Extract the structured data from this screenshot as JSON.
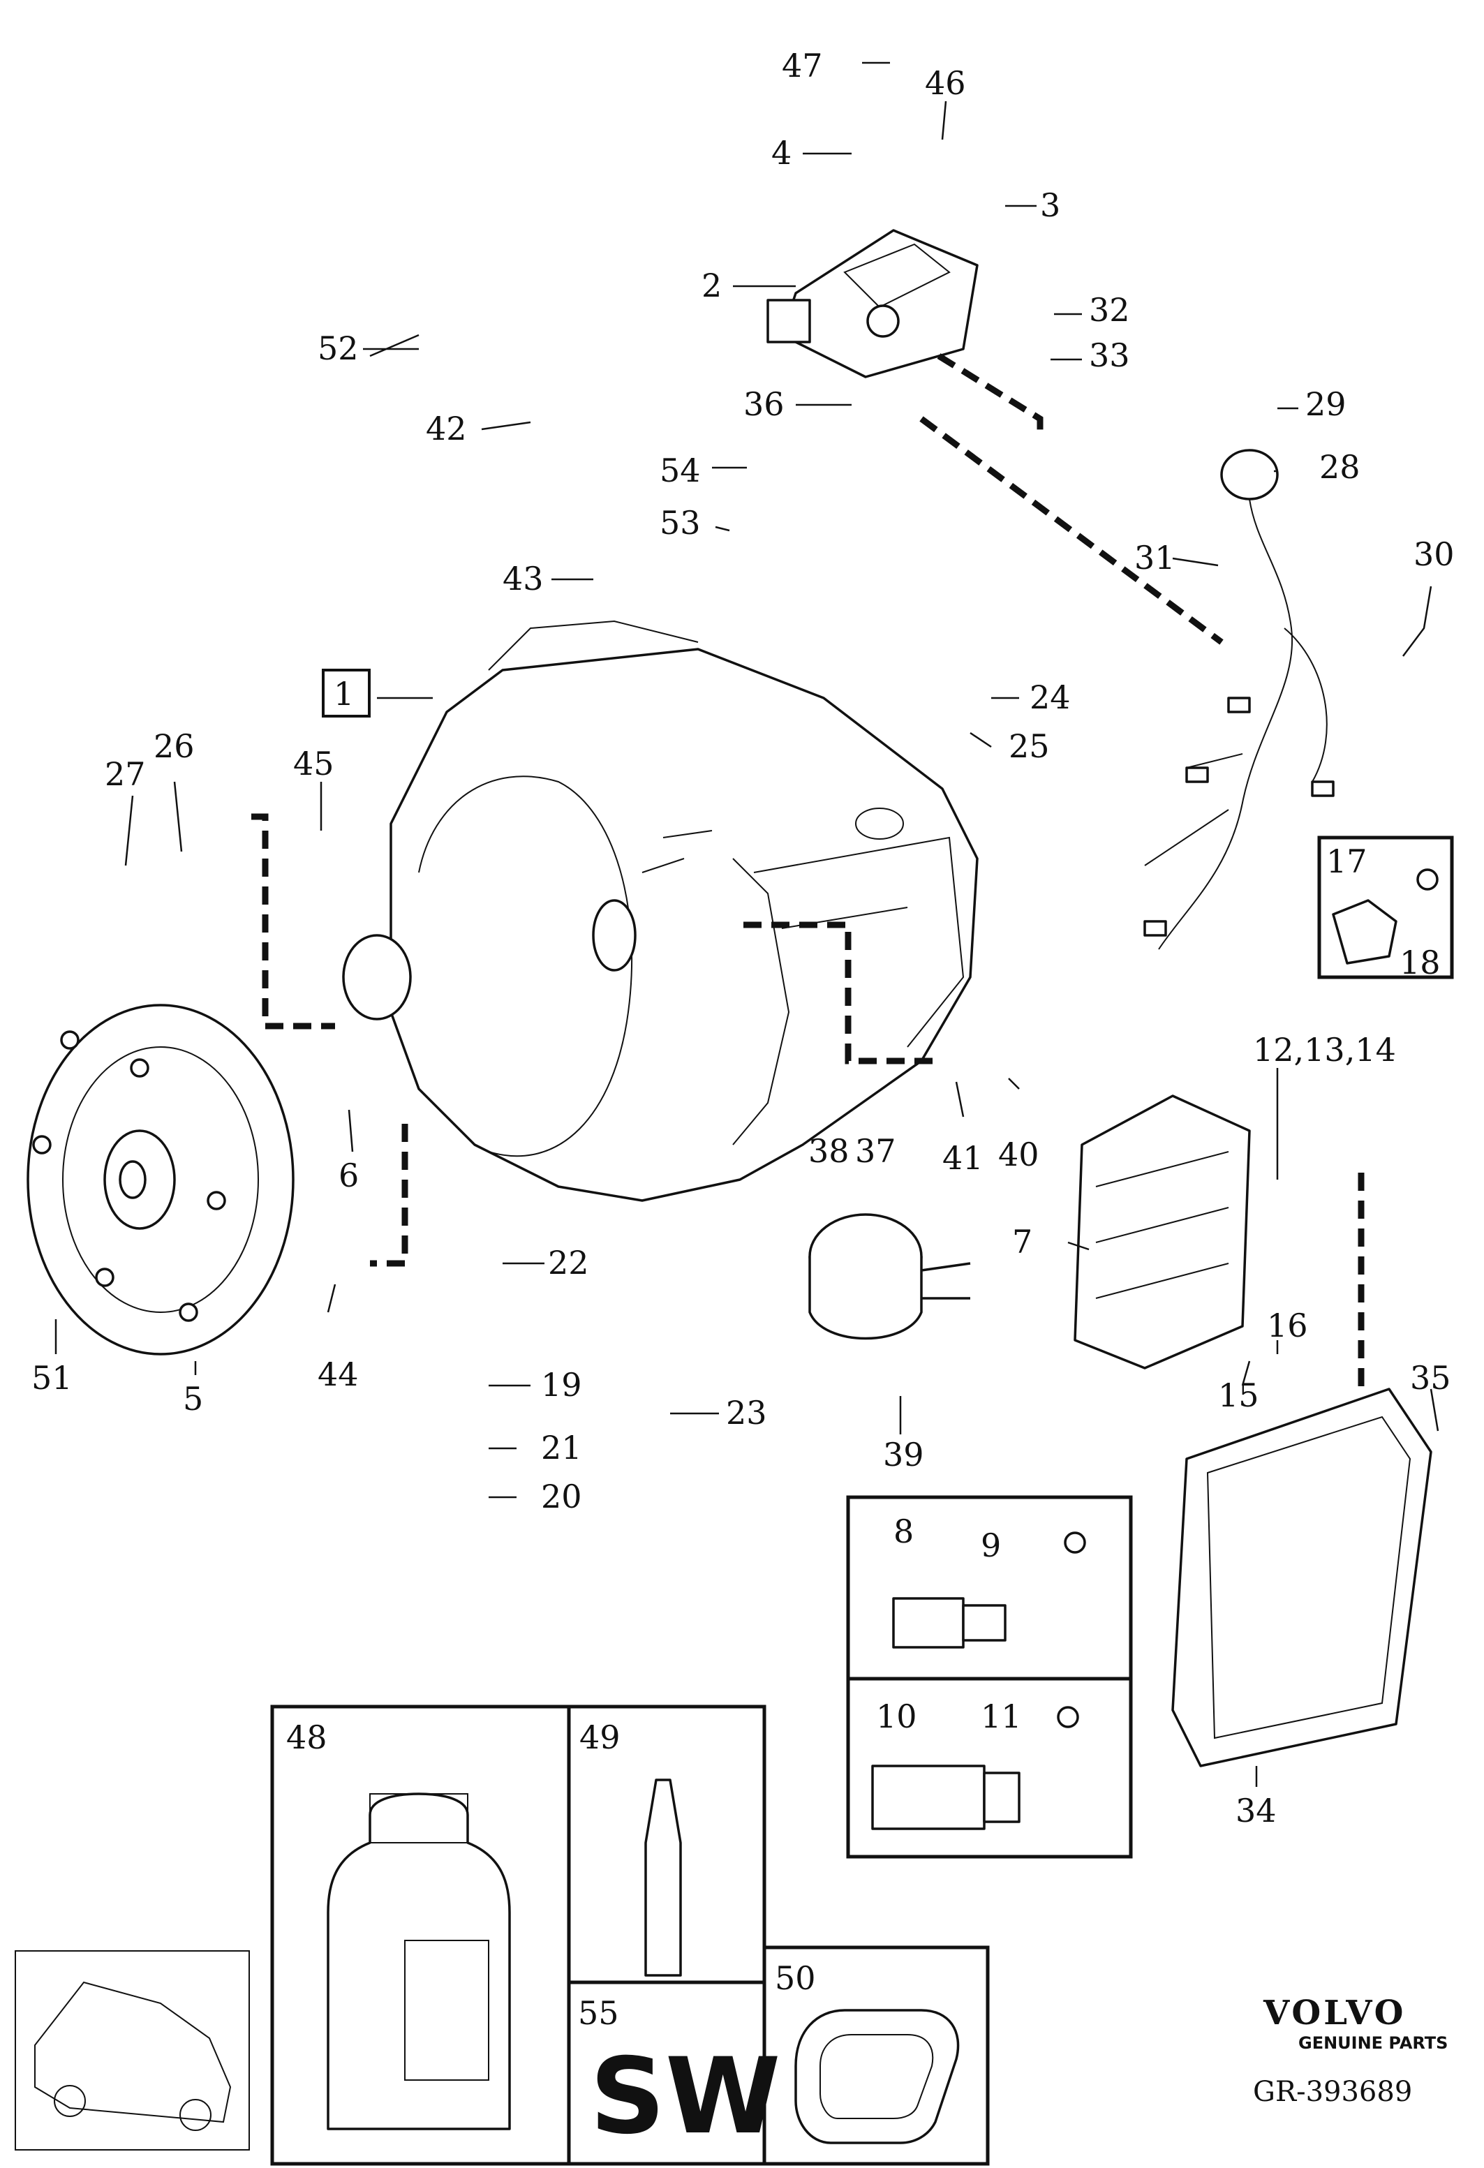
{
  "labels": {
    "n1": "1",
    "n2": "2",
    "n3": "3",
    "n4": "4",
    "n5": "5",
    "n6": "6",
    "n7": "7",
    "n8": "8",
    "n9": "9",
    "n10": "10",
    "n11": "11",
    "n12_14": "12,13,14",
    "n15": "15",
    "n16": "16",
    "n17": "17",
    "n18": "18",
    "n19": "19",
    "n20": "20",
    "n21": "21",
    "n22": "22",
    "n23": "23",
    "n24": "24",
    "n25": "25",
    "n26": "26",
    "n27": "27",
    "n28": "28",
    "n29": "29",
    "n30": "30",
    "n31": "31",
    "n32": "32",
    "n33": "33",
    "n34": "34",
    "n35": "35",
    "n36": "36",
    "n37": "37",
    "n38": "38",
    "n39": "39",
    "n40": "40",
    "n41": "41",
    "n42": "42",
    "n43": "43",
    "n44": "44",
    "n45": "45",
    "n46": "46",
    "n47": "47",
    "n48": "48",
    "n49": "49",
    "n50": "50",
    "n51": "51",
    "n52": "52",
    "n53": "53",
    "n54": "54",
    "n55": "55"
  },
  "sealant_code": "SW",
  "brand": {
    "name": "VOLVO",
    "subtitle": "GENUINE PARTS"
  },
  "reference": "GR-393689"
}
